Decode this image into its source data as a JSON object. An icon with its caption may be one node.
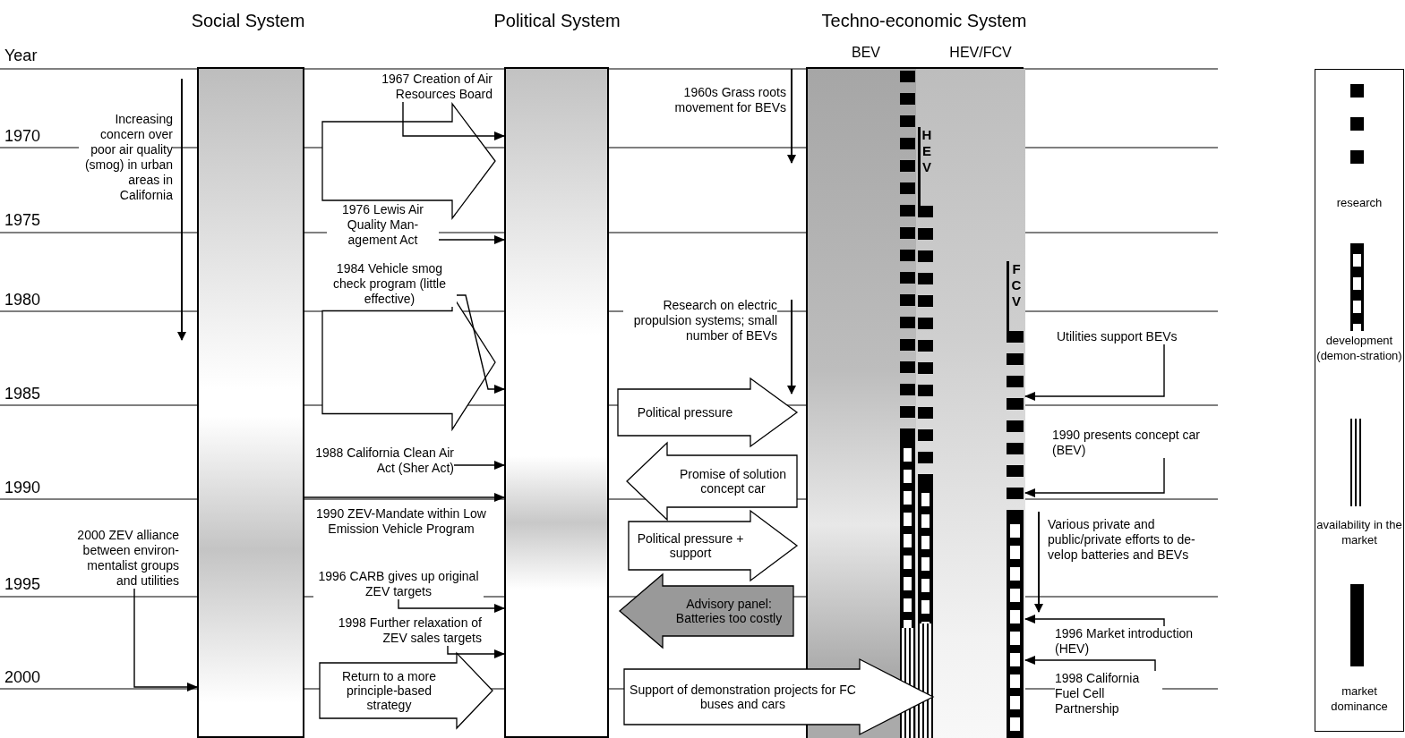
{
  "diagram": {
    "nodes": [
      {
        "text": [
          "Social System"
        ]
      },
      {
        "text": [
          "Political System"
        ]
      },
      {
        "text": [
          "Techno-economic System"
        ]
      },
      {
        "text": [
          "BEV"
        ],
        "in": 2
      },
      {
        "text": [
          "HEV/FCV"
        ],
        "in": 2
      },
      {
        "text": [],
        "shape": "bar",
        "in": 3
      },
      {
        "text": [
          "HEV"
        ],
        "in": 4
      },
      {
        "text": [
          "FCV"
        ],
        "in": 4
      },
      {
        "text": [
          "1967 Creation of Air Resources Board"
        ]
      },
      {
        "text": [
          "1976 Lewis Air Quality Man-agement Act"
        ]
      },
      {
        "text": [
          "1984 Vehicle smog check program (little effective)"
        ]
      },
      {
        "text": [
          "1988 California Clean Air Act (Sher Act)"
        ]
      },
      {
        "text": [
          "1996 CARB gives up original ZEV targets"
        ]
      },
      {
        "text": [
          "1998 Further relaxation of ZEV sales targets"
        ]
      },
      {
        "text": [
          "2000 ZEV alliance between environ-mentalist groups and utilities"
        ]
      },
      {
        "text": [
          "Utilities support BEVs"
        ]
      },
      {
        "text": [
          "1990 presents concept car (BEV)"
        ]
      },
      {
        "text": [
          "1996 Market introduction (HEV)"
        ]
      },
      {
        "text": [
          "1998 California Fuel Cell Partnership"
        ]
      },
      {
        "text": [
          "Increasing concern over poor air quality (smog) in urban areas in California"
        ]
      },
      {
        "text": [
          "1960s Grass roots movement for BEVs"
        ]
      },
      {
        "text": [
          "Research on electric propulsion systems; small number of BEVs"
        ]
      },
      {
        "text": [
          "1990 ZEV-Mandate within Low Emission Vehicle Program"
        ]
      },
      {
        "text": [
          "Various private and public/private efforts to de-velop batteries and BEVs"
        ]
      }
    ],
    "edges": [
      {
        "from": 0,
        "to": 1,
        "arrow": "to",
        "style": "thick"
      },
      {
        "from": 0,
        "to": 1,
        "arrow": "to",
        "style": "thick"
      },
      {
        "from": 8,
        "to": 1,
        "arrow": "to"
      },
      {
        "from": 9,
        "to": 1,
        "arrow": "to"
      },
      {
        "from": 10,
        "to": 1,
        "arrow": "to"
      },
      {
        "from": 11,
        "to": 1,
        "arrow": "to"
      },
      {
        "from": 0,
        "to": 1,
        "arrow": "to"
      },
      {
        "from": 12,
        "to": 1,
        "arrow": "to"
      },
      {
        "from": 13,
        "to": 1,
        "arrow": "to"
      },
      {
        "from": 0,
        "to": 1,
        "arrow": "to",
        "style": "thick",
        "label": "Return to a more principle-based strategy"
      },
      {
        "from": 14,
        "to": 0,
        "arrow": "to"
      },
      {
        "from": 1,
        "to": 2,
        "arrow": "to",
        "style": "thick",
        "label": "Political pressure"
      },
      {
        "from": 2,
        "to": 1,
        "arrow": "to",
        "style": "thick",
        "label": "Promise of solution concept car"
      },
      {
        "from": 1,
        "to": 2,
        "arrow": "to",
        "style": "thick",
        "label": "Political pressure + support"
      },
      {
        "from": 2,
        "to": 1,
        "arrow": "to",
        "style": "thick",
        "color": "#999999",
        "label": "Advisory panel: Batteries too costly"
      },
      {
        "from": 1,
        "to": 2,
        "arrow": "to",
        "style": "thick",
        "label": "Support of demonstration projects for FC buses and cars"
      },
      {
        "from": 15,
        "to": 4,
        "arrow": "to"
      },
      {
        "from": 16,
        "to": 4,
        "arrow": "to"
      },
      {
        "from": 17,
        "to": 4,
        "arrow": "to"
      },
      {
        "from": 18,
        "to": 4,
        "arrow": "to"
      }
    ],
    "labels": [
      "Year",
      "1970",
      "1975",
      "1980",
      "1985",
      "1990",
      "1995",
      "2000"
    ],
    "legend": [
      {
        "text": "research"
      },
      {
        "text": "development (demon-stration)"
      },
      {
        "text": "availability in the market"
      },
      {
        "text": "market dominance"
      }
    ]
  }
}
